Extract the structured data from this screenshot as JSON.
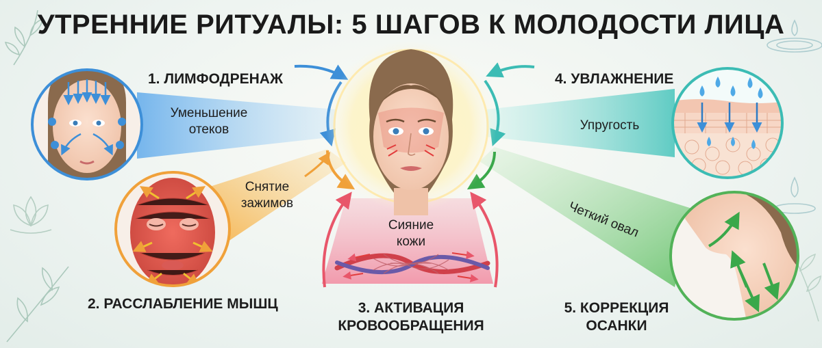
{
  "title": "УТРЕННИЕ РИТУАЛЫ: 5 ШАГОВ К МОЛОДОСТИ ЛИЦА",
  "steps": [
    {
      "label": "1. ЛИМФОДРЕНАЖ",
      "benefit": "Уменьшение отеков",
      "color": "#3d8fd8"
    },
    {
      "label": "2. РАССЛАБЛЕНИЕ МЫШЦ",
      "benefit": "Снятие зажимов",
      "color": "#f0a13a"
    },
    {
      "label": "3. АКТИВАЦИЯ КРОВООБРАЩЕНИЯ",
      "benefit": "Сияние кожи",
      "color": "#e8566a"
    },
    {
      "label": "4. УВЛАЖНЕНИЕ",
      "benefit": "Упругость",
      "color": "#3cbcb4"
    },
    {
      "label": "5. КОРРЕКЦИЯ ОСАНКИ",
      "benefit": "Четкий овал",
      "color": "#52b258"
    }
  ],
  "labels": {
    "step1": "1. ЛИМФОДРЕНАЖ",
    "step2": "2. РАССЛАБЛЕНИЕ МЫШЦ",
    "step3_line1": "3. АКТИВАЦИЯ",
    "step3_line2": "КРОВООБРАЩЕНИЯ",
    "step4": "4. УВЛАЖНЕНИЕ",
    "step5_line1": "5. КОРРЕКЦИЯ",
    "step5_line2": "ОСАНКИ",
    "benefit1_line1": "Уменьшение",
    "benefit1_line2": "отеков",
    "benefit2_line1": "Снятие",
    "benefit2_line2": "зажимов",
    "benefit3_line1": "Сияние",
    "benefit3_line2": "кожи",
    "benefit4": "Упругость",
    "benefit5": "Четкий овал"
  },
  "icons": [
    "face-lymph-icon",
    "face-muscles-icon",
    "blood-vessels-icon",
    "skin-hydration-icon",
    "neck-posture-icon",
    "leaf-icon",
    "lotus-icon",
    "water-drop-icon"
  ]
}
